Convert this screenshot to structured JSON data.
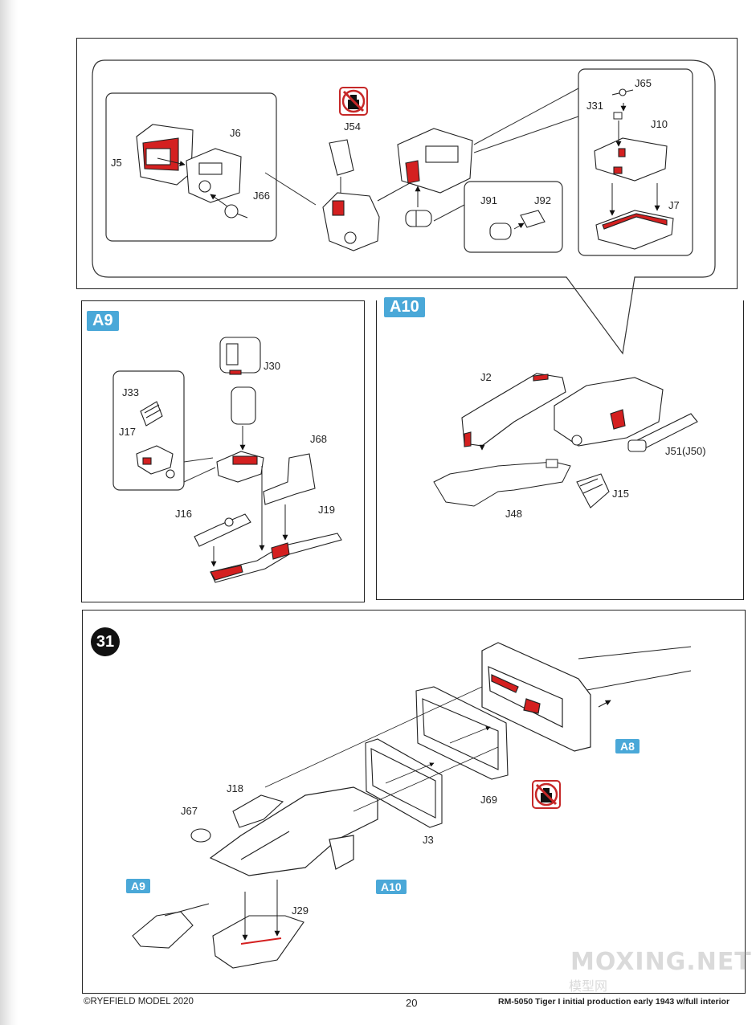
{
  "top_panel": {
    "labels": {
      "j5": "J5",
      "j6": "J6",
      "j66": "J66",
      "j54": "J54",
      "j91": "J91",
      "j92": "J92",
      "j31": "J31",
      "j65": "J65",
      "j10": "J10",
      "j7": "J7"
    },
    "no_glue_icon": "no-glue-icon"
  },
  "a9_panel": {
    "badge": "A9",
    "labels": {
      "j30": "J30",
      "j33": "J33",
      "j17": "J17",
      "j68": "J68",
      "j16": "J16",
      "j19": "J19"
    }
  },
  "a10_panel": {
    "badge": "A10",
    "labels": {
      "j2": "J2",
      "j51": "J51(J50)",
      "j15": "J15",
      "j48": "J48"
    }
  },
  "step31": {
    "number": "31",
    "badges": {
      "a8": "A8",
      "a9": "A9",
      "a10": "A10"
    },
    "labels": {
      "j18": "J18",
      "j67": "J67",
      "j3": "J3",
      "j69": "J69",
      "j29": "J29"
    },
    "no_glue_icon": "no-glue-icon"
  },
  "footer": {
    "copyright": "©RYEFIELD MODEL 2020",
    "page_number": "20",
    "kit_title": "RM-5050 Tiger I initial production early 1943 w/full interior"
  },
  "watermark": {
    "site": "MOXING.NET",
    "chinese": "模型网"
  },
  "colors": {
    "highlight": "#d42020",
    "badge": "#4aa8d8",
    "line": "#222222"
  }
}
